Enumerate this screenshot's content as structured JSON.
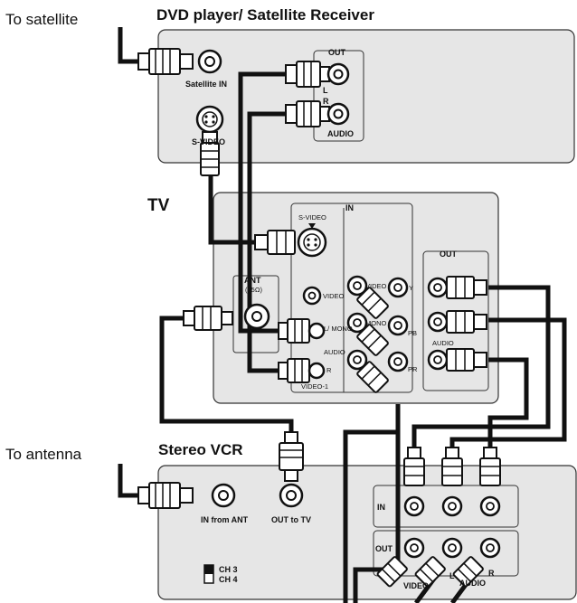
{
  "labels": {
    "to_satellite": "To satellite",
    "dvd_title": "DVD player/ Satellite Receiver",
    "tv_title": "TV",
    "to_antenna": "To antenna",
    "vcr_title": "Stereo VCR"
  },
  "dvd": {
    "out": "OUT",
    "audio": "AUDIO",
    "l": "L",
    "r": "R",
    "satellite_in": "Satellite IN",
    "svideo": "S-VIDEO"
  },
  "tv": {
    "in": "IN",
    "svideo": "S-VIDEO",
    "ant": "ANT",
    "ohm": "(75Ω)",
    "video": "VIDEO",
    "l_mono": "L/ MONO",
    "audio": "AUDIO",
    "r": "R",
    "video1": "VIDEO-1",
    "video_comp": "VIDEO",
    "y": "Y",
    "mono": "MONO",
    "pb": "PB",
    "pr": "PR",
    "out": "OUT",
    "out_audio": "AUDIO"
  },
  "vcr": {
    "in_from_ant": "IN from ANT",
    "out_to_tv": "OUT to TV",
    "ch3": "CH 3",
    "ch4": "CH 4",
    "in": "IN",
    "out": "OUT",
    "video": "VIDEO",
    "l": "L",
    "audio": "AUDIO",
    "r": "R"
  },
  "colors": {
    "panel_fill": "#e6e6e6",
    "panel_stroke": "#333333",
    "cable": "#111111",
    "plug_fill": "#ffffff"
  }
}
